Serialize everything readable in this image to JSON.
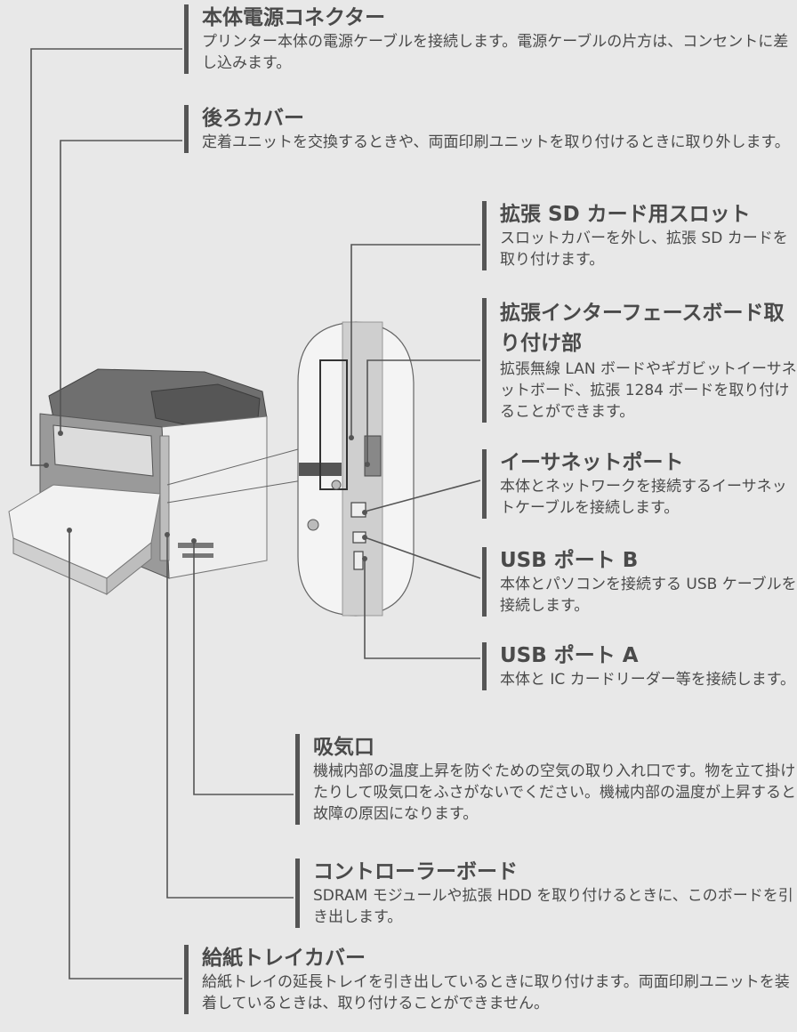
{
  "callouts": {
    "power_connector": {
      "title": "本体電源コネクター",
      "desc": "プリンター本体の電源ケーブルを接続します。電源ケーブルの片方は、コンセントに差し込みます。"
    },
    "rear_cover": {
      "title": "後ろカバー",
      "desc": "定着ユニットを交換するときや、両面印刷ユニットを取り付けるときに取り外します。"
    },
    "sd_slot": {
      "title": "拡張 SD カード用スロット",
      "desc": "スロットカバーを外し、拡張 SD カードを取り付けます。"
    },
    "interface_board": {
      "title": "拡張インターフェースボード取り付け部",
      "desc": "拡張無線 LAN ボードやギガビットイーサネットボード、拡張 1284 ボードを取り付けることができます。"
    },
    "ethernet_port": {
      "title": "イーサネットポート",
      "desc": "本体とネットワークを接続するイーサネットケーブルを接続します。"
    },
    "usb_port_b": {
      "title": "USB ポート B",
      "desc": "本体とパソコンを接続する USB ケーブルを接続します。"
    },
    "usb_port_a": {
      "title": "USB ポート A",
      "desc": "本体と IC カードリーダー等を接続します。"
    },
    "air_intake": {
      "title": "吸気口",
      "desc": "機械内部の温度上昇を防ぐための空気の取り入れ口です。物を立て掛けたりして吸気口をふさがないでください。機械内部の温度が上昇すると故障の原因になります。"
    },
    "controller_board": {
      "title": "コントローラーボード",
      "desc": "SDRAM モジュールや拡張 HDD を取り付けるときに、このボードを引き出します。"
    },
    "paper_tray_cover": {
      "title": "給紙トレイカバー",
      "desc": "給紙トレイの延長トレイを引き出しているときに取り付けます。両面印刷ユニットを装着しているときは、取り付けることができません。"
    }
  }
}
